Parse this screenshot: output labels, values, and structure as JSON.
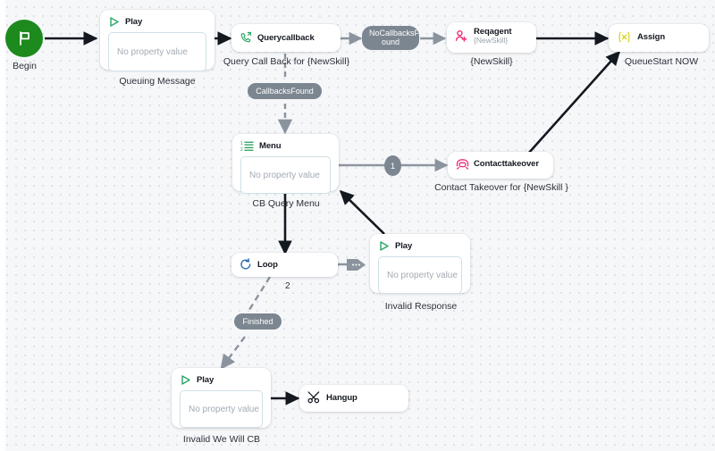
{
  "canvas": {
    "background_color": "#f6f7f9",
    "grid": "dot-grid"
  },
  "nodes": {
    "begin": {
      "label": "Begin",
      "icon": "flag-icon",
      "color": "#1d8a1d"
    },
    "queuing_message": {
      "title": "Play",
      "icon": "play-icon",
      "property_value": "No property value",
      "caption": "Queuing Message"
    },
    "querycallback": {
      "title": "Querycallback",
      "icon": "phone-callback-icon",
      "caption": "Query Call Back for {NewSkill}"
    },
    "reqagent": {
      "title": "Reqagent",
      "subtitle": "{NewSkill}",
      "icon": "person-add-icon",
      "caption": "{NewSkill}"
    },
    "assign": {
      "title": "Assign",
      "icon": "variable-icon",
      "caption": "QueueStart NOW"
    },
    "cb_query_menu": {
      "title": "Menu",
      "icon": "numbered-list-icon",
      "property_value": "No property value",
      "caption": "CB Query Menu"
    },
    "contacttakeover": {
      "title": "Contacttakeover",
      "icon": "telephone-icon",
      "caption": "Contact Takeover for {NewSkill }"
    },
    "loop": {
      "title": "Loop",
      "icon": "loop-icon"
    },
    "invalid_response": {
      "title": "Play",
      "icon": "play-icon",
      "property_value": "No property value",
      "caption": "Invalid Response"
    },
    "invalid_we_will_cb": {
      "title": "Play",
      "icon": "play-icon",
      "property_value": "No property value",
      "caption": "Invalid We Will CB"
    },
    "hangup": {
      "title": "Hangup",
      "icon": "scissors-icon"
    }
  },
  "edges": {
    "no_callbacks_found": "NoCallbacksF ound",
    "callbacks_found": "CallbacksFound",
    "menu_option_1": "1",
    "loop_count_2": "2",
    "finished": "Finished"
  },
  "colors": {
    "begin_green": "#1d8a1d",
    "play_green": "#27a765",
    "menu_green": "#1f9d55",
    "agent_pink": "#ef2c7a",
    "assign_yellow": "#d6cf17",
    "loop_blue": "#2d6fb5",
    "badge_gray": "#7c8691",
    "edge_dark": "#14181f",
    "edge_gray": "#8b949e"
  }
}
